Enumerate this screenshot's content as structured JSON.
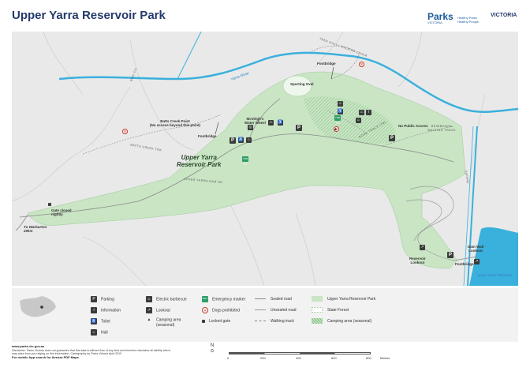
{
  "title": "Upper Yarra Reservoir Park",
  "logos": {
    "parks": "Parks",
    "parks_sub": "VICTORIA",
    "healthy_1": "Healthy Parks",
    "healthy_2": "Healthy People",
    "vic": "VICTORIA"
  },
  "colors": {
    "park_green": "#c9e5c4",
    "river_blue": "#3ab0dc",
    "map_bg": "#e9e9ea",
    "title_blue": "#243a6b"
  },
  "map_labels": {
    "park_name_1": "Upper Yarra",
    "park_name_2": "Reservoir Park",
    "sporting_oval": "Sporting Oval",
    "yarra_river": "Yarra River",
    "footbridge_top": "Footbridge",
    "footbridge_left": "Footbridge",
    "footbridge_bottom": "Footbridge",
    "batts_point_1": "Batts Creek Point",
    "batts_point_2": "(No access beyond this point)",
    "batts_creek_track": "BATTS CREEK TRK",
    "mcveighs_1": "McVeigh's",
    "mcveighs_2": "Water Wheel",
    "no_public_access": "No Public Access",
    "brimbonga_1": "BRIMBONGA",
    "brimbonga_2": "WALKING TRACK",
    "road_track": "ROAD TRACK (TM)",
    "upper_yarra_dam_rd": "UPPER YARRA DAM RD",
    "gate_closed_1": "Gate closed",
    "gate_closed_2": "nightly",
    "to_warburton": "To Warburton",
    "to_warburton_dist": "20km",
    "reservoir_lookout_1": "Reservoir",
    "reservoir_lookout_2": "Lookout",
    "dam_wall_1": "Dam Wall",
    "dam_wall_2": "Lookout",
    "upper_yarra_reservoir": "Upper Yarra Reservoir",
    "spillway": "Spillway",
    "tree_gully": "TREE GULLY WALKING TRACK",
    "beth_creek": "Beth Crk",
    "em_code": "YRR 712"
  },
  "legend": {
    "parking": "Parking",
    "information": "Information",
    "toilet": "Toilet",
    "hall": "Hall",
    "electric_bbq": "Electric barbecue",
    "lookout": "Lookout",
    "camping_1": "Camping area",
    "camping_2": "(seasonal)",
    "emergency": "Emergency marker",
    "dogs": "Dogs prohibited",
    "locked_gate": "Locked gate",
    "sealed_road": "Sealed road",
    "unsealed_road": "Unsealed road",
    "walking_track": "Walking track",
    "park_area": "Upper Yarra Reservoir Park",
    "state_forest": "State Forest",
    "camping_seasonal": "Camping area (seasonal)",
    "sym_p": "P",
    "sym_i": "i",
    "sym_em": "YRR 712"
  },
  "footer": {
    "url": "www.parks.vic.gov.au",
    "disclaimer_1": "Disclaimer: Parks Victoria does not guarantee that this data is without flaw of any kind and therefore disclaims all liability which",
    "disclaimer_2": "may arise from you relying on this information. Cartography by Parks Victoria April 2019",
    "app": "For mobile App search for Avenza PDF Maps"
  },
  "scale": {
    "ticks": [
      "0",
      "200",
      "400",
      "600",
      "800"
    ],
    "unit": "Meters",
    "north": "N"
  }
}
